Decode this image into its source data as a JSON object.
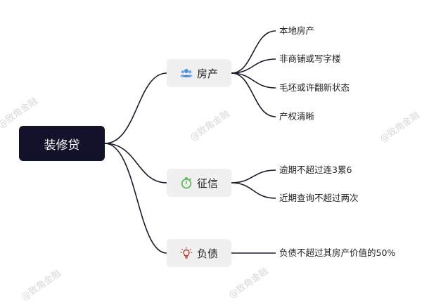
{
  "root": {
    "label": "装修贷"
  },
  "branches": [
    {
      "label": "房产",
      "icon": "people-icon",
      "items": [
        "本地房产",
        "非商铺或写字楼",
        "毛坯或许翻新状态",
        "产权清晰"
      ]
    },
    {
      "label": "征信",
      "icon": "stopwatch-icon",
      "items": [
        "逾期不超过连3累6",
        "近期查询不超过两次"
      ]
    },
    {
      "label": "负债",
      "icon": "lightbulb-icon",
      "items": [
        "负债不超过其房产价值的50%"
      ]
    }
  ],
  "watermark": "@致角金融",
  "colors": {
    "root_bg": "#12122a",
    "branch_bg": "#f0f0f0",
    "line": "#1a1a2e",
    "icon_people": "#4a90e2",
    "icon_stopwatch": "#5cb85c",
    "icon_bulb": "#c0392b"
  }
}
